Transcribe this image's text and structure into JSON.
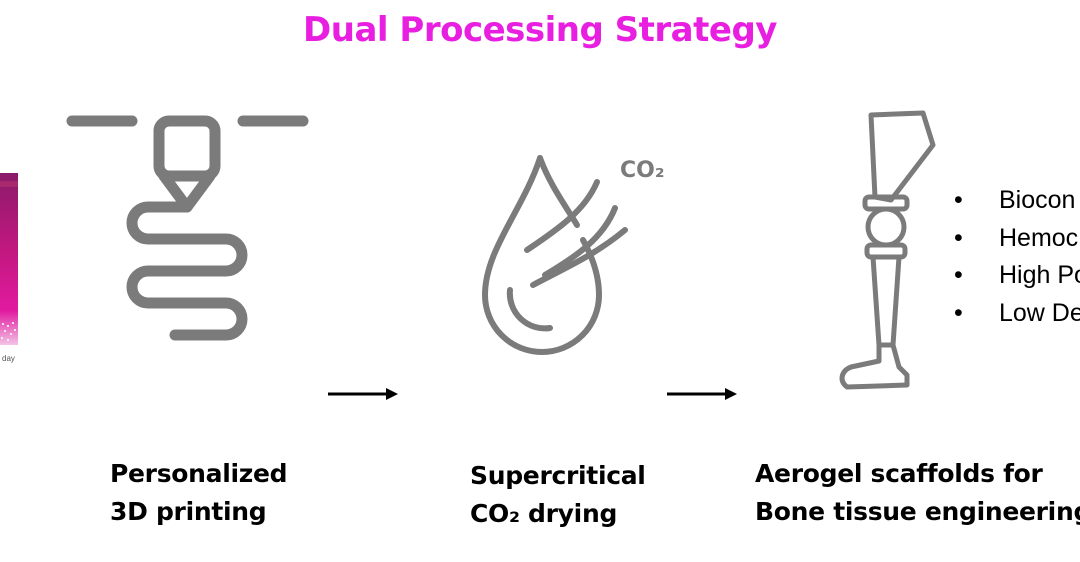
{
  "title": "Dual Processing Strategy",
  "colors": {
    "title": "#e81ee0",
    "icon_gray": "#7b7b7b",
    "arrow": "#000000"
  },
  "steps": [
    {
      "icon": "3d-printer-icon",
      "line1": "Personalized",
      "line2": "3D printing"
    },
    {
      "icon": "co2-drop-icon",
      "line1": "Supercritical",
      "line2": "CO₂ drying",
      "icon_label": "CO₂"
    },
    {
      "icon": "prosthetic-leg-icon",
      "line1": "Aerogel scaffolds for",
      "line2": "Bone tissue engineering"
    }
  ],
  "bullets": [
    "Biocon",
    "Hemoc",
    "High Po",
    "Low De"
  ],
  "bullet_symbol": "•",
  "cover_text": "day"
}
